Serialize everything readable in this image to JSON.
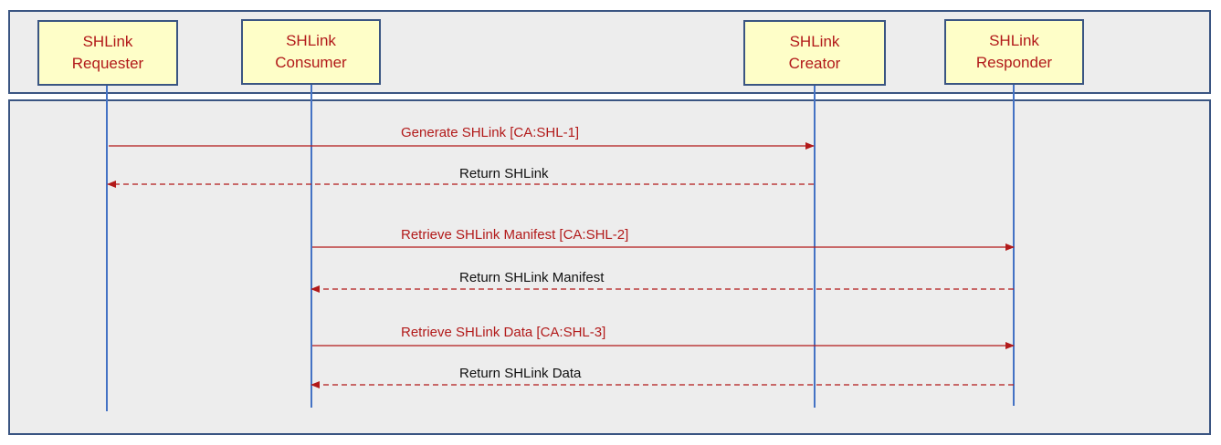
{
  "actors": [
    {
      "line1": "SHLink",
      "line2": "Requester"
    },
    {
      "line1": "SHLink",
      "line2": "Consumer"
    },
    {
      "line1": "SHLink",
      "line2": "Creator"
    },
    {
      "line1": "SHLink",
      "line2": "Responder"
    }
  ],
  "messages": [
    {
      "label": "Generate SHLink [CA:SHL-1]",
      "kind": "request",
      "from": "SHLink Requester",
      "to": "SHLink Creator"
    },
    {
      "label": "Return SHLink",
      "kind": "response",
      "from": "SHLink Creator",
      "to": "SHLink Requester"
    },
    {
      "label": "Retrieve SHLink Manifest [CA:SHL-2]",
      "kind": "request",
      "from": "SHLink Consumer",
      "to": "SHLink Responder"
    },
    {
      "label": "Return SHLink Manifest",
      "kind": "response",
      "from": "SHLink Responder",
      "to": "SHLink Consumer"
    },
    {
      "label": "Retrieve SHLink Data [CA:SHL-3]",
      "kind": "request",
      "from": "SHLink Consumer",
      "to": "SHLink Responder"
    },
    {
      "label": "Return SHLink Data",
      "kind": "response",
      "from": "SHLink Responder",
      "to": "SHLink Consumer"
    }
  ],
  "colors": {
    "request_arrow": "#b21a1a",
    "response_arrow": "#b21a1a",
    "lifeline": "#4472c4",
    "actor_fill": "#fefec8",
    "actor_border": "#3a5582",
    "panel_fill": "#ededed"
  }
}
